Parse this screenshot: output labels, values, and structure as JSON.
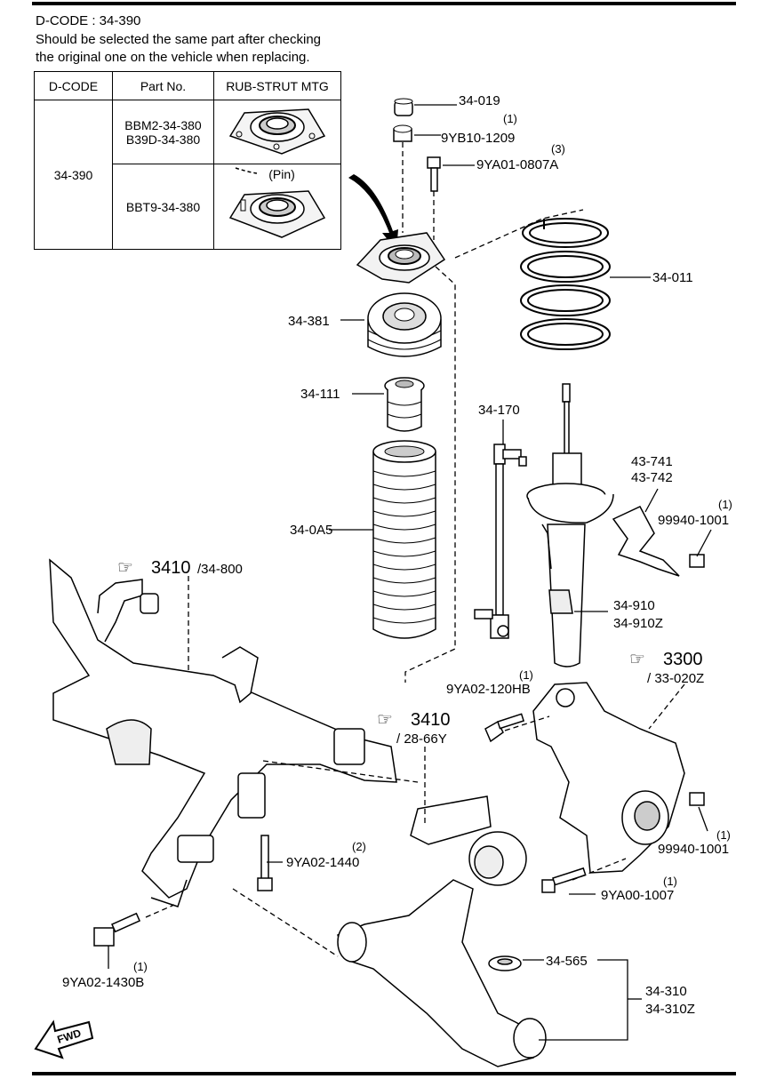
{
  "note": {
    "dcode_line": "D-CODE :  34-390",
    "line1": "Should be selected the same part after checking",
    "line2": "the original one on the vehicle when replacing."
  },
  "table": {
    "headers": [
      "D-CODE",
      "Part No.",
      "RUB-STRUT MTG"
    ],
    "dcode": "34-390",
    "row1_parts": [
      "BBM2-34-380",
      "B39D-34-380"
    ],
    "row2_part": "BBT9-34-380",
    "pin_label": "(Pin)"
  },
  "callouts": {
    "c34_019": "34-019",
    "c9yb10_qty": "(1)",
    "c9yb10": "9YB10-1209",
    "c9ya01_qty": "(3)",
    "c9ya01": "9YA01-0807A",
    "c34_011": "34-011",
    "c34_381": "34-381",
    "c34_111": "34-111",
    "c34_170": "34-170",
    "c43_741": "43-741",
    "c43_742": "43-742",
    "c99940_top_qty": "(1)",
    "c99940_top": "99940-1001",
    "c34_0a5": "34-0A5",
    "c3410_a_num": "3410",
    "c3410_a_ref": "/34-800",
    "c34_910": "34-910",
    "c34_910z": "34-910Z",
    "c3300_num": "3300",
    "c3300_ref": "/ 33-020Z",
    "c9ya02_120_qty": "(1)",
    "c9ya02_120": "9YA02-120HB",
    "c3410_b_num": "3410",
    "c3410_b_ref": "/ 28-66Y",
    "c9ya02_1440_qty": "(2)",
    "c9ya02_1440": "9YA02-1440",
    "c99940_bot_qty": "(1)",
    "c99940_bot": "99940-1001",
    "c9ya00_qty": "(1)",
    "c9ya00": "9YA00-1007",
    "c34_565": "34-565",
    "c34_310": "34-310",
    "c34_310z": "34-310Z",
    "c9ya02_1430_qty": "(1)",
    "c9ya02_1430": "9YA02-1430B",
    "fwd": "FWD"
  }
}
